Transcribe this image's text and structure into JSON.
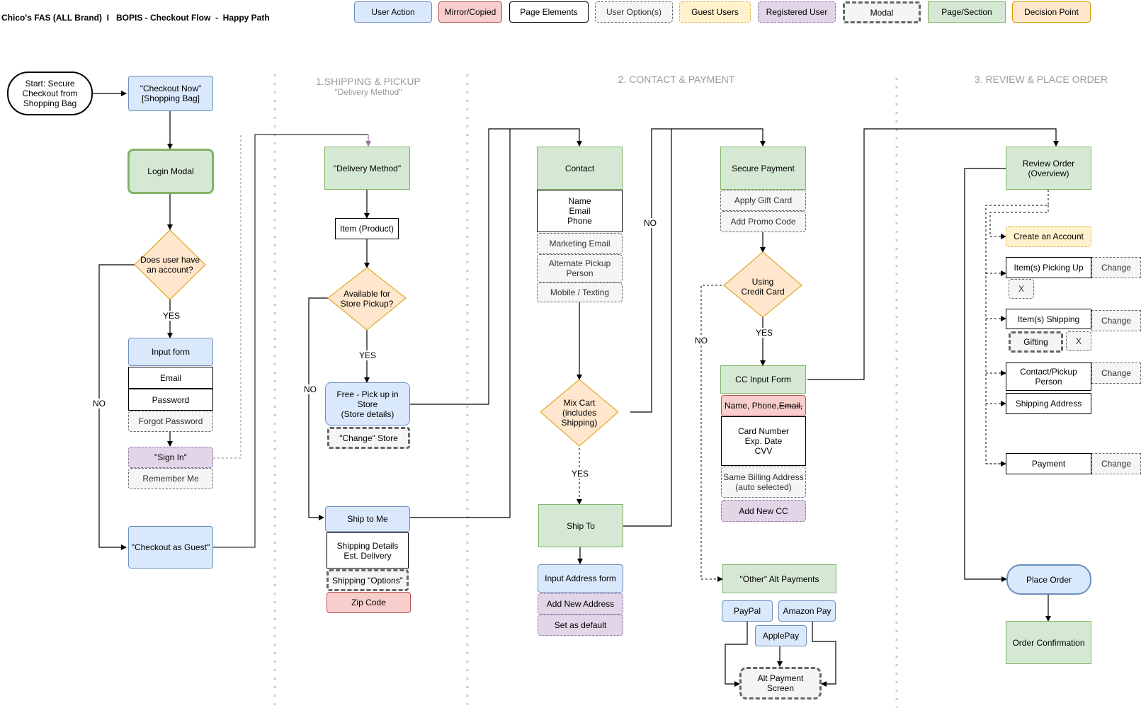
{
  "title": "Chico's FAS (ALL Brand)  I   BOPIS - Checkout Flow  -  Happy Path",
  "legend": {
    "user_action": "User Action",
    "mirror": "Mirror/Copied",
    "page_elements": "Page Elements",
    "user_options": "User Option(s)",
    "guest_users": "Guest Users",
    "registered_user": "Registered User",
    "modal": "Modal",
    "page_section": "Page/Section",
    "decision_point": "Decision Point"
  },
  "sections": {
    "shipping": "1.SHIPPING & PICKUP",
    "shipping_sub": "\"Delivery Method\"",
    "contact": "2. CONTACT & PAYMENT",
    "review": "3. REVIEW & PLACE ORDER"
  },
  "nodes": {
    "start": "Start: Secure\nCheckout from\nShopping Bag",
    "checkout_now": "\"Checkout Now\"\n[Shopping Bag]",
    "login_modal": "Login Modal",
    "has_account": "Does user have\nan account?",
    "input_form": "Input form",
    "email": "Email",
    "password": "Password",
    "forgot_password": "Forgot Password",
    "sign_in": "\"Sign In\"",
    "remember_me": "Remember Me",
    "checkout_guest": "\"Checkout as Guest\"",
    "delivery_method": "\"Delivery Method\"",
    "item_product": "Item (Product)",
    "available_pickup": "Available for\nStore Pickup?",
    "free_pickup": "Free - Pick up in\nStore\n(Store details)",
    "change_store": "\"Change\" Store",
    "ship_to_me": "Ship to Me",
    "shipping_details": "Shipping Details\nEst. Delivery",
    "shipping_options": "Shipping \"Options\"",
    "zip_code": "Zip Code",
    "contact": "Contact",
    "name_email_phone": "Name\nEmail\nPhone",
    "marketing_email": "Marketing Email",
    "alternate_pickup": "Alternate Pickup\nPerson",
    "mobile_texting": "Mobile / Texting",
    "mix_cart": "Mix Cart\n(includes\nShipping)",
    "ship_to": "Ship To",
    "input_address": "Input Address form",
    "add_new_address": "Add New Address",
    "set_default": "Set as default",
    "secure_payment": "Secure Payment",
    "apply_gift_card": "Apply Gift Card",
    "add_promo_code": "Add Promo Code",
    "using_cc": "Using\nCredit Card",
    "cc_input_form": "CC Input Form",
    "name_phone": "Name, Phone, ",
    "name_phone_strike": "Email,",
    "card_details": "Card Number\nExp. Date\nCVV",
    "same_billing": "Same Billing Address\n(auto selected)",
    "add_new_cc": "Add New CC",
    "other_alt": "\"Other\" Alt Payments",
    "paypal": "PayPal",
    "amazon_pay": "Amazon Pay",
    "applepay": "ApplePay",
    "alt_payment_screen": "Alt Payment\nScreen",
    "review_order": "Review Order\n(Overview)",
    "create_account": "Create an Account",
    "items_pickup": "Item(s) Picking Up",
    "items_shipping": "Item(s) Shipping",
    "gifting": "Gifting",
    "contact_pickup": "Contact/Pickup\nPerson",
    "shipping_address": "Shipping Address",
    "payment": "Payment",
    "change": "Change",
    "x": "X",
    "place_order": "Place Order",
    "order_confirmation": "Order Confirmation"
  },
  "edge_labels": {
    "yes": "YES",
    "no": "NO"
  },
  "colors": {
    "user_action": "#dae8fc",
    "mirror": "#f8cecc",
    "page_elements": "#ffffff",
    "user_options": "#f5f5f5",
    "guest_users": "#fff2cc",
    "registered_user": "#e1d5e7",
    "modal": "#f5f5f5",
    "page_section": "#d5e8d4",
    "decision_point": "#ffe6cc"
  }
}
